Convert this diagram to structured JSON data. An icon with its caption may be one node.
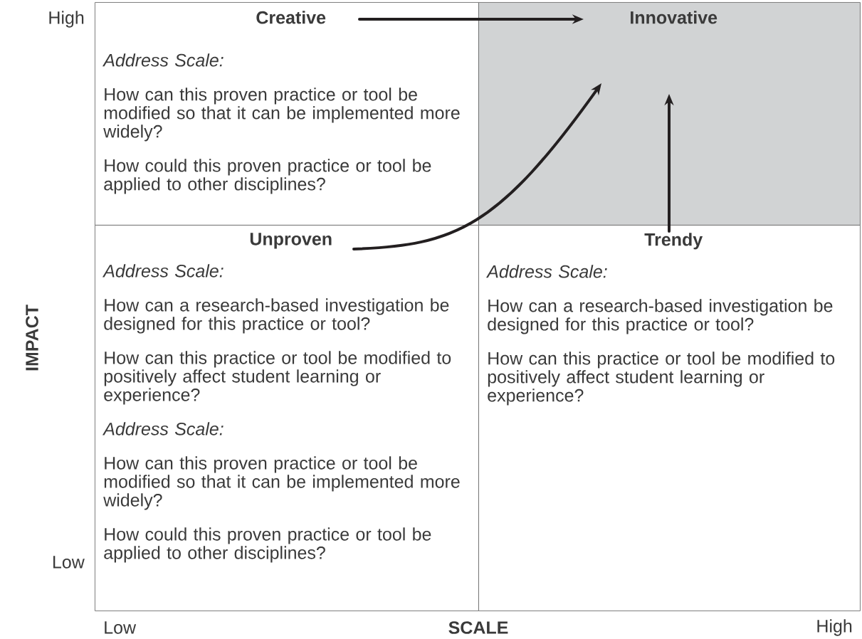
{
  "diagram": {
    "nodes": [
      {
        "text": [
          "Creative",
          "Address Scale:",
          "How can this proven practice or tool be modified so that it can be implemented more widely?",
          "How could this proven practice or tool be applied to other disciplines?"
        ]
      },
      {
        "text": [
          "Innovative"
        ]
      },
      {
        "text": [
          "Unproven",
          "Address Scale:",
          "How can a research-based investigation be designed for this practice or tool?",
          "How can this practice or tool be modified to positively affect student learning or experience?",
          "Address Scale:",
          "How can this proven practice or tool be modified so that it can be implemented more widely?",
          "How could this proven practice or tool be applied to other disciplines?"
        ]
      },
      {
        "text": [
          "Trendy",
          "Address Scale:",
          "How can a research-based investigation be designed for this practice or tool?",
          "How can this practice or tool be modified to positively affect student learning or experience?"
        ]
      }
    ],
    "edges": [
      {
        "from": 0,
        "to": 1,
        "arrow": "to"
      },
      {
        "from": 2,
        "to": 1,
        "arrow": "to"
      },
      {
        "from": 3,
        "to": 1,
        "arrow": "to"
      }
    ],
    "labels": [
      "High",
      "IMPACT",
      "Low",
      "Low",
      "SCALE",
      "High"
    ]
  }
}
